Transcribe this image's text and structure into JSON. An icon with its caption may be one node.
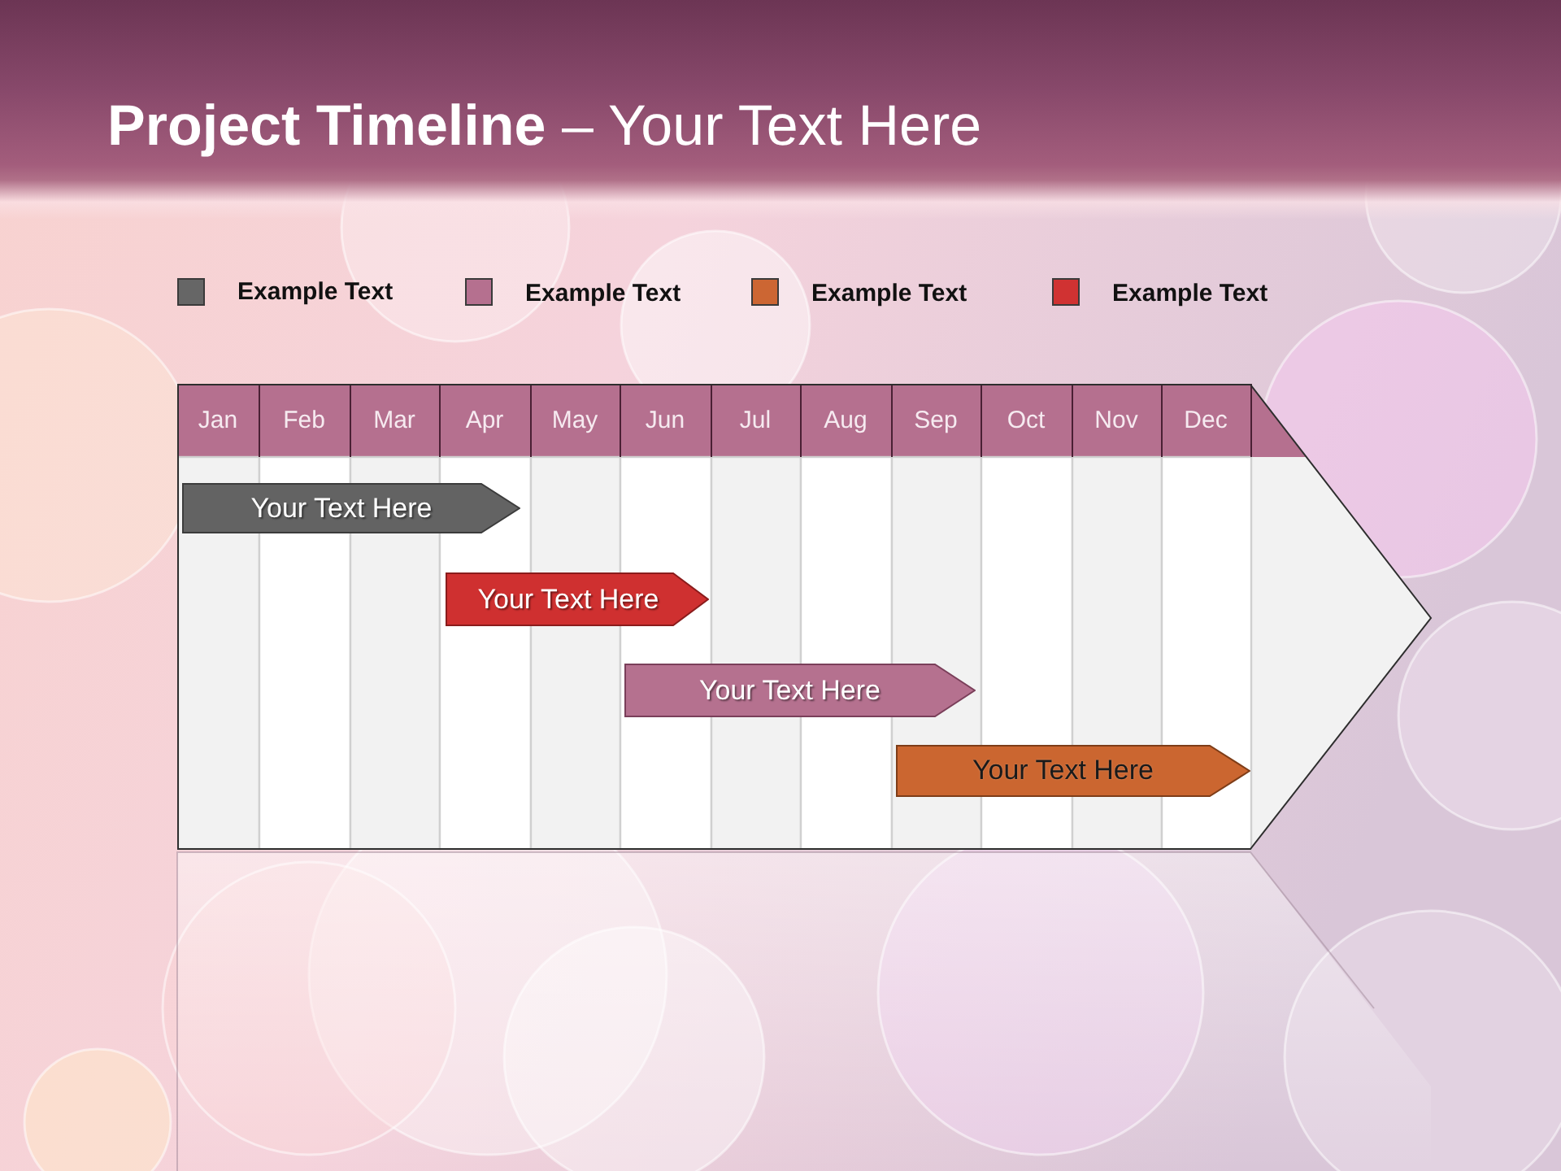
{
  "diagram": {
    "title": "**Project Timeline** – Your Text Here",
    "nodes": [
      {
        "text": [
          "Jan",
          "Feb",
          "Mar",
          "Apr",
          "May",
          "Jun",
          "Jul",
          "Aug",
          "Sep",
          "Oct",
          "Nov",
          "Dec"
        ]
      },
      {
        "text": [
          "Your Text Here"
        ],
        "in": 0
      },
      {
        "text": [
          "Your Text Here"
        ],
        "in": 0
      },
      {
        "text": [
          "Your Text Here"
        ],
        "in": 0
      },
      {
        "text": [
          "Your Text Here"
        ],
        "in": 0
      }
    ],
    "legend": [
      {
        "text": "Example Text",
        "color": "#666666"
      },
      {
        "text": "Example Text",
        "color": "#b5708f"
      },
      {
        "text": "Example Text",
        "color": "#cc6633"
      },
      {
        "text": "Example Text",
        "color": "#d03232"
      }
    ]
  }
}
